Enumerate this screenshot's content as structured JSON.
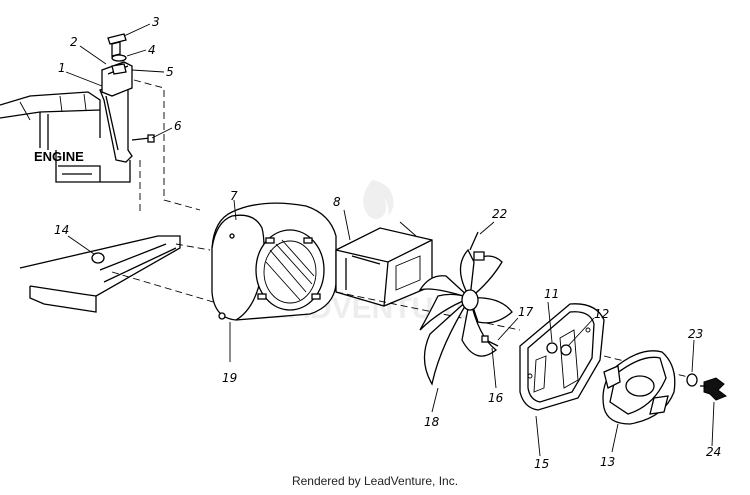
{
  "diagram": {
    "engine_label": "ENGINE",
    "callouts": {
      "p1": "1",
      "p2": "2",
      "p3": "3",
      "p4": "4",
      "p5": "5",
      "p6": "6",
      "p7": "7",
      "p8": "8",
      "p11": "11",
      "p12": "12",
      "p13": "13",
      "p14": "14",
      "p15": "15",
      "p16": "16",
      "p17": "17",
      "p18": "18",
      "p19": "19",
      "p22": "22",
      "p23": "23",
      "p24": "24"
    },
    "watermark": "LEADVENTURE"
  },
  "footer": {
    "credit": "Rendered by LeadVenture, Inc."
  }
}
